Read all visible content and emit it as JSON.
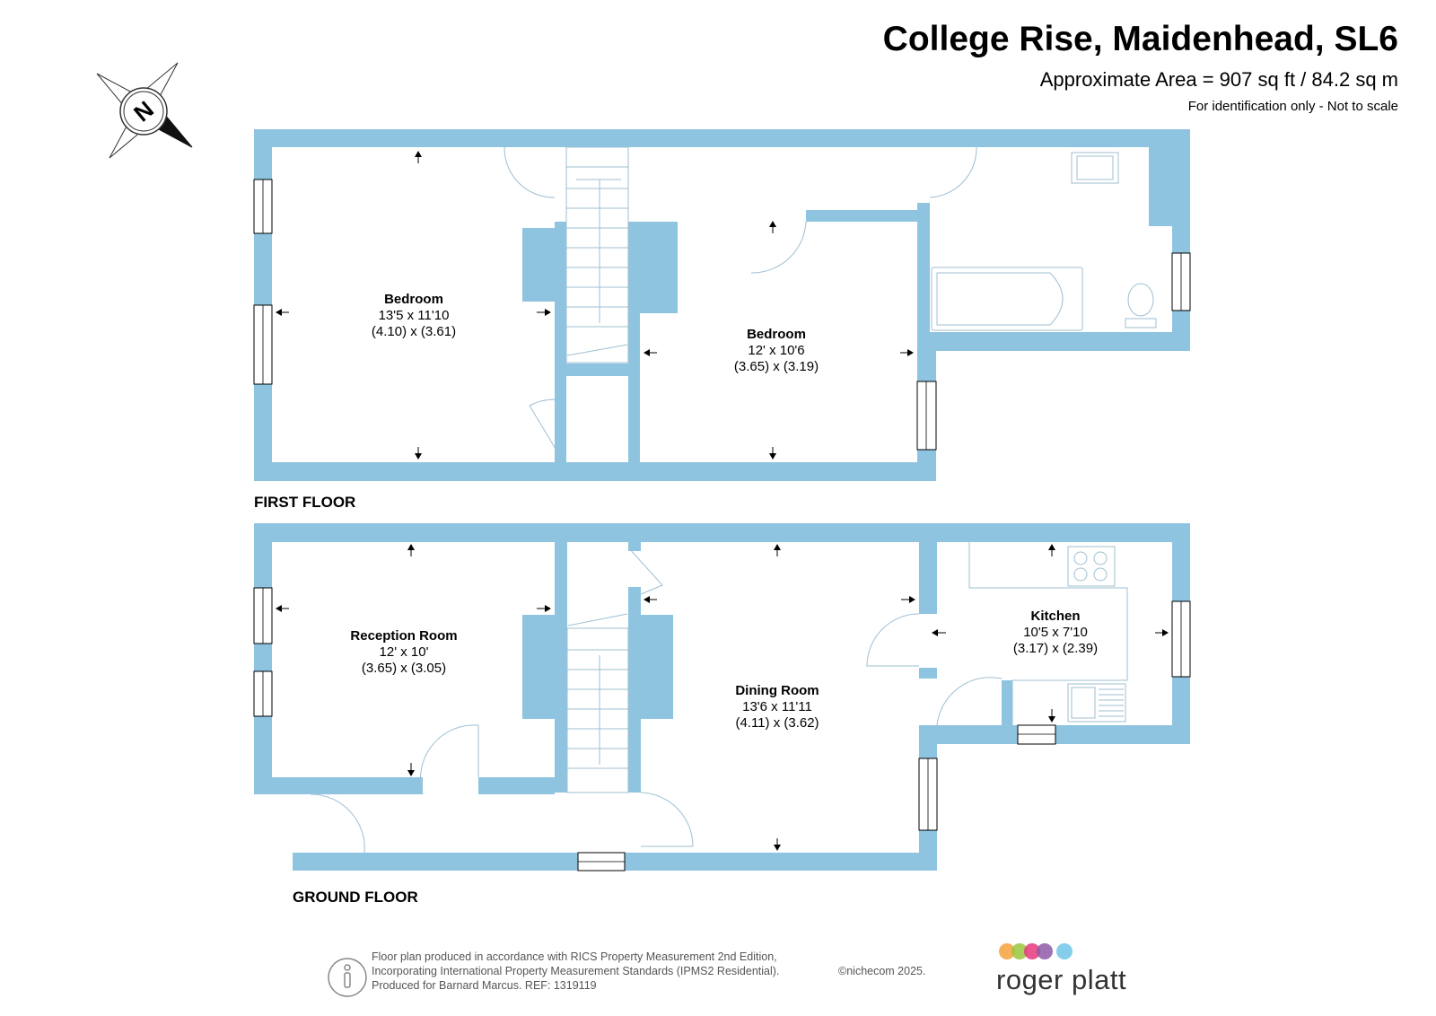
{
  "header": {
    "title": "College Rise, Maidenhead, SL6",
    "area": "Approximate Area = 907 sq ft / 84.2 sq m",
    "note": "For identification only - Not to scale"
  },
  "compass": {
    "icon": "north-compass-icon",
    "letter": "N"
  },
  "colors": {
    "wall": "#8ec4e0",
    "line": "#9fbfd2",
    "text": "#000000",
    "footer_text": "#555555"
  },
  "floors": {
    "first": {
      "label": "FIRST FLOOR",
      "rooms": [
        {
          "name": "Bedroom",
          "imperial": "13'5 x 11'10",
          "metric": "(4.10) x (3.61)"
        },
        {
          "name": "Bedroom",
          "imperial": "12' x 10'6",
          "metric": "(3.65) x (3.19)"
        }
      ]
    },
    "ground": {
      "label": "GROUND FLOOR",
      "rooms": [
        {
          "name": "Reception Room",
          "imperial": "12' x 10'",
          "metric": "(3.65) x (3.05)"
        },
        {
          "name": "Dining Room",
          "imperial": "13'6  x 11'11",
          "metric": "(4.11) x (3.62)"
        },
        {
          "name": "Kitchen",
          "imperial": "10'5 x 7'10",
          "metric": "(3.17) x (2.39)"
        }
      ]
    }
  },
  "footer": {
    "line1": "Floor plan produced in accordance with RICS Property Measurement 2nd Edition,",
    "line2": "Incorporating International Property Measurement Standards (IPMS2 Residential).",
    "line3": "Produced for Barnard Marcus.   REF:  1319119",
    "copyright": "©nichecom 2025.",
    "info_icon": "info-person-icon"
  },
  "brand": {
    "name": "roger platt",
    "dot_colors": [
      "#f5a23c",
      "#9bc53d",
      "#e6397c",
      "#8e5aa7",
      "#6ec5e9"
    ]
  }
}
